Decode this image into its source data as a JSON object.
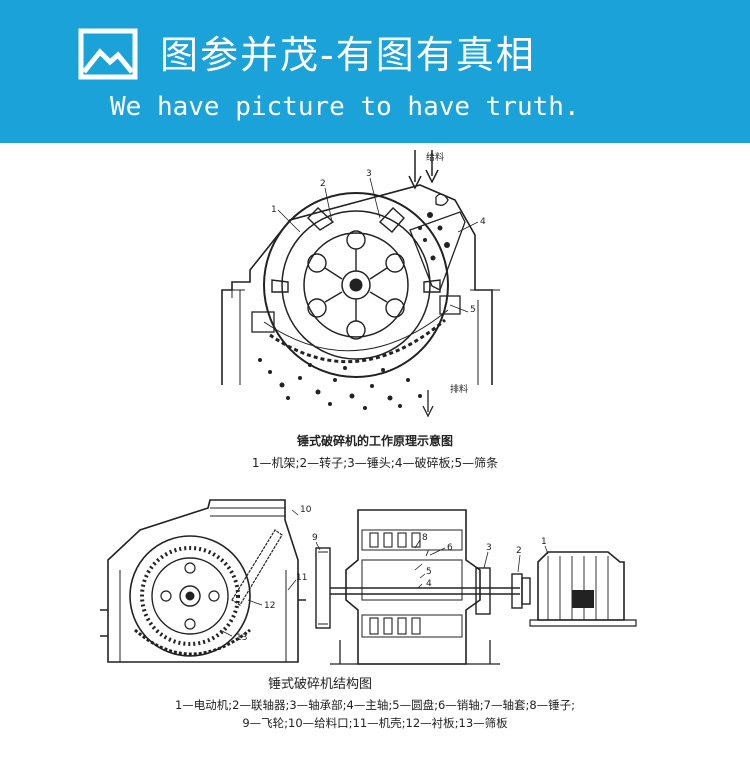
{
  "banner": {
    "title": "图参并茂-有图有真相",
    "subtitle": "We have picture to have truth.",
    "background_color": "#1ba3d9",
    "icon": "picture-icon"
  },
  "figure1": {
    "feed_label": "给料",
    "discharge_label": "排料",
    "part_numbers": [
      "1",
      "2",
      "3",
      "4",
      "5"
    ],
    "caption_title": "锤式破碎机的工作原理示意图",
    "caption_legend": "1—机架;2—转子;3—锤头;4—破碎板;5—筛条"
  },
  "figure2": {
    "part_numbers": [
      "10",
      "11",
      "12",
      "13",
      "9",
      "8",
      "7",
      "6",
      "5",
      "4",
      "3",
      "2",
      "1"
    ],
    "caption_title": "锤式破碎机结构图",
    "caption_legend_1": "1—电动机;2—联轴器;3—轴承部;4—主轴;5—圆盘;6—销轴;7—轴套;8—锤子;",
    "caption_legend_2": "9—飞轮;10—给料口;11—机壳;12—衬板;13—筛板"
  }
}
